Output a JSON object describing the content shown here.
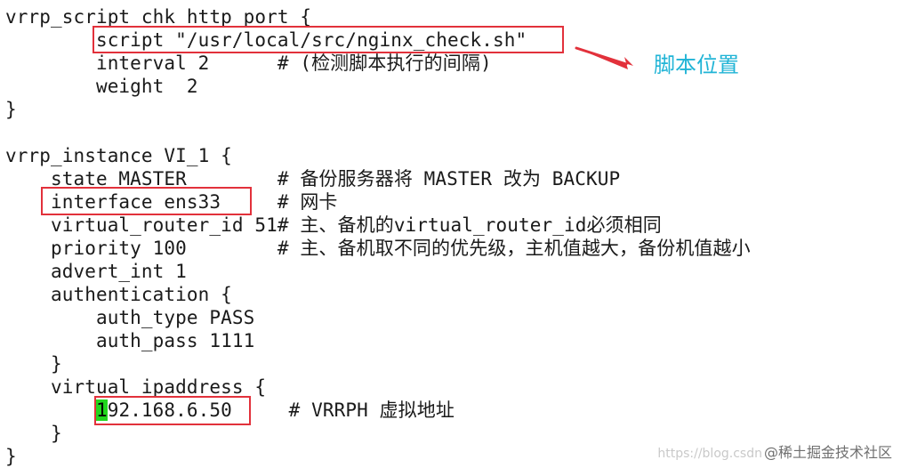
{
  "code_lines": [
    "vrrp_script chk_http_port {",
    "        script \"/usr/local/src/nginx_check.sh\"",
    "        interval 2      # (检测脚本执行的间隔)",
    "        weight  2",
    "}",
    "",
    "vrrp_instance VI_1 {",
    "    state MASTER        # 备份服务器将 MASTER 改为 BACKUP",
    "    interface ens33     # 网卡",
    "    virtual_router_id 51# 主、备机的virtual_router_id必须相同",
    "    priority 100        # 主、备机取不同的优先级，主机值越大，备份机值越小",
    "    advert_int 1",
    "    authentication {",
    "        auth_type PASS",
    "        auth_pass 1111",
    "    }",
    "    virtual_ipaddress {",
    "        ",
    "    }",
    "}"
  ],
  "vip_line": {
    "indent": "        ",
    "cursor_char": "1",
    "rest": "92.168.6.50",
    "gap": "     ",
    "comment": "# VRRPH 虚拟地址"
  },
  "annotation": {
    "label": "脚本位置",
    "label_color": "#21b4d6",
    "box_color": "#e2313b"
  },
  "watermark": {
    "url": "https://blog.csdn",
    "brand": "@稀土掘金技术社区"
  }
}
